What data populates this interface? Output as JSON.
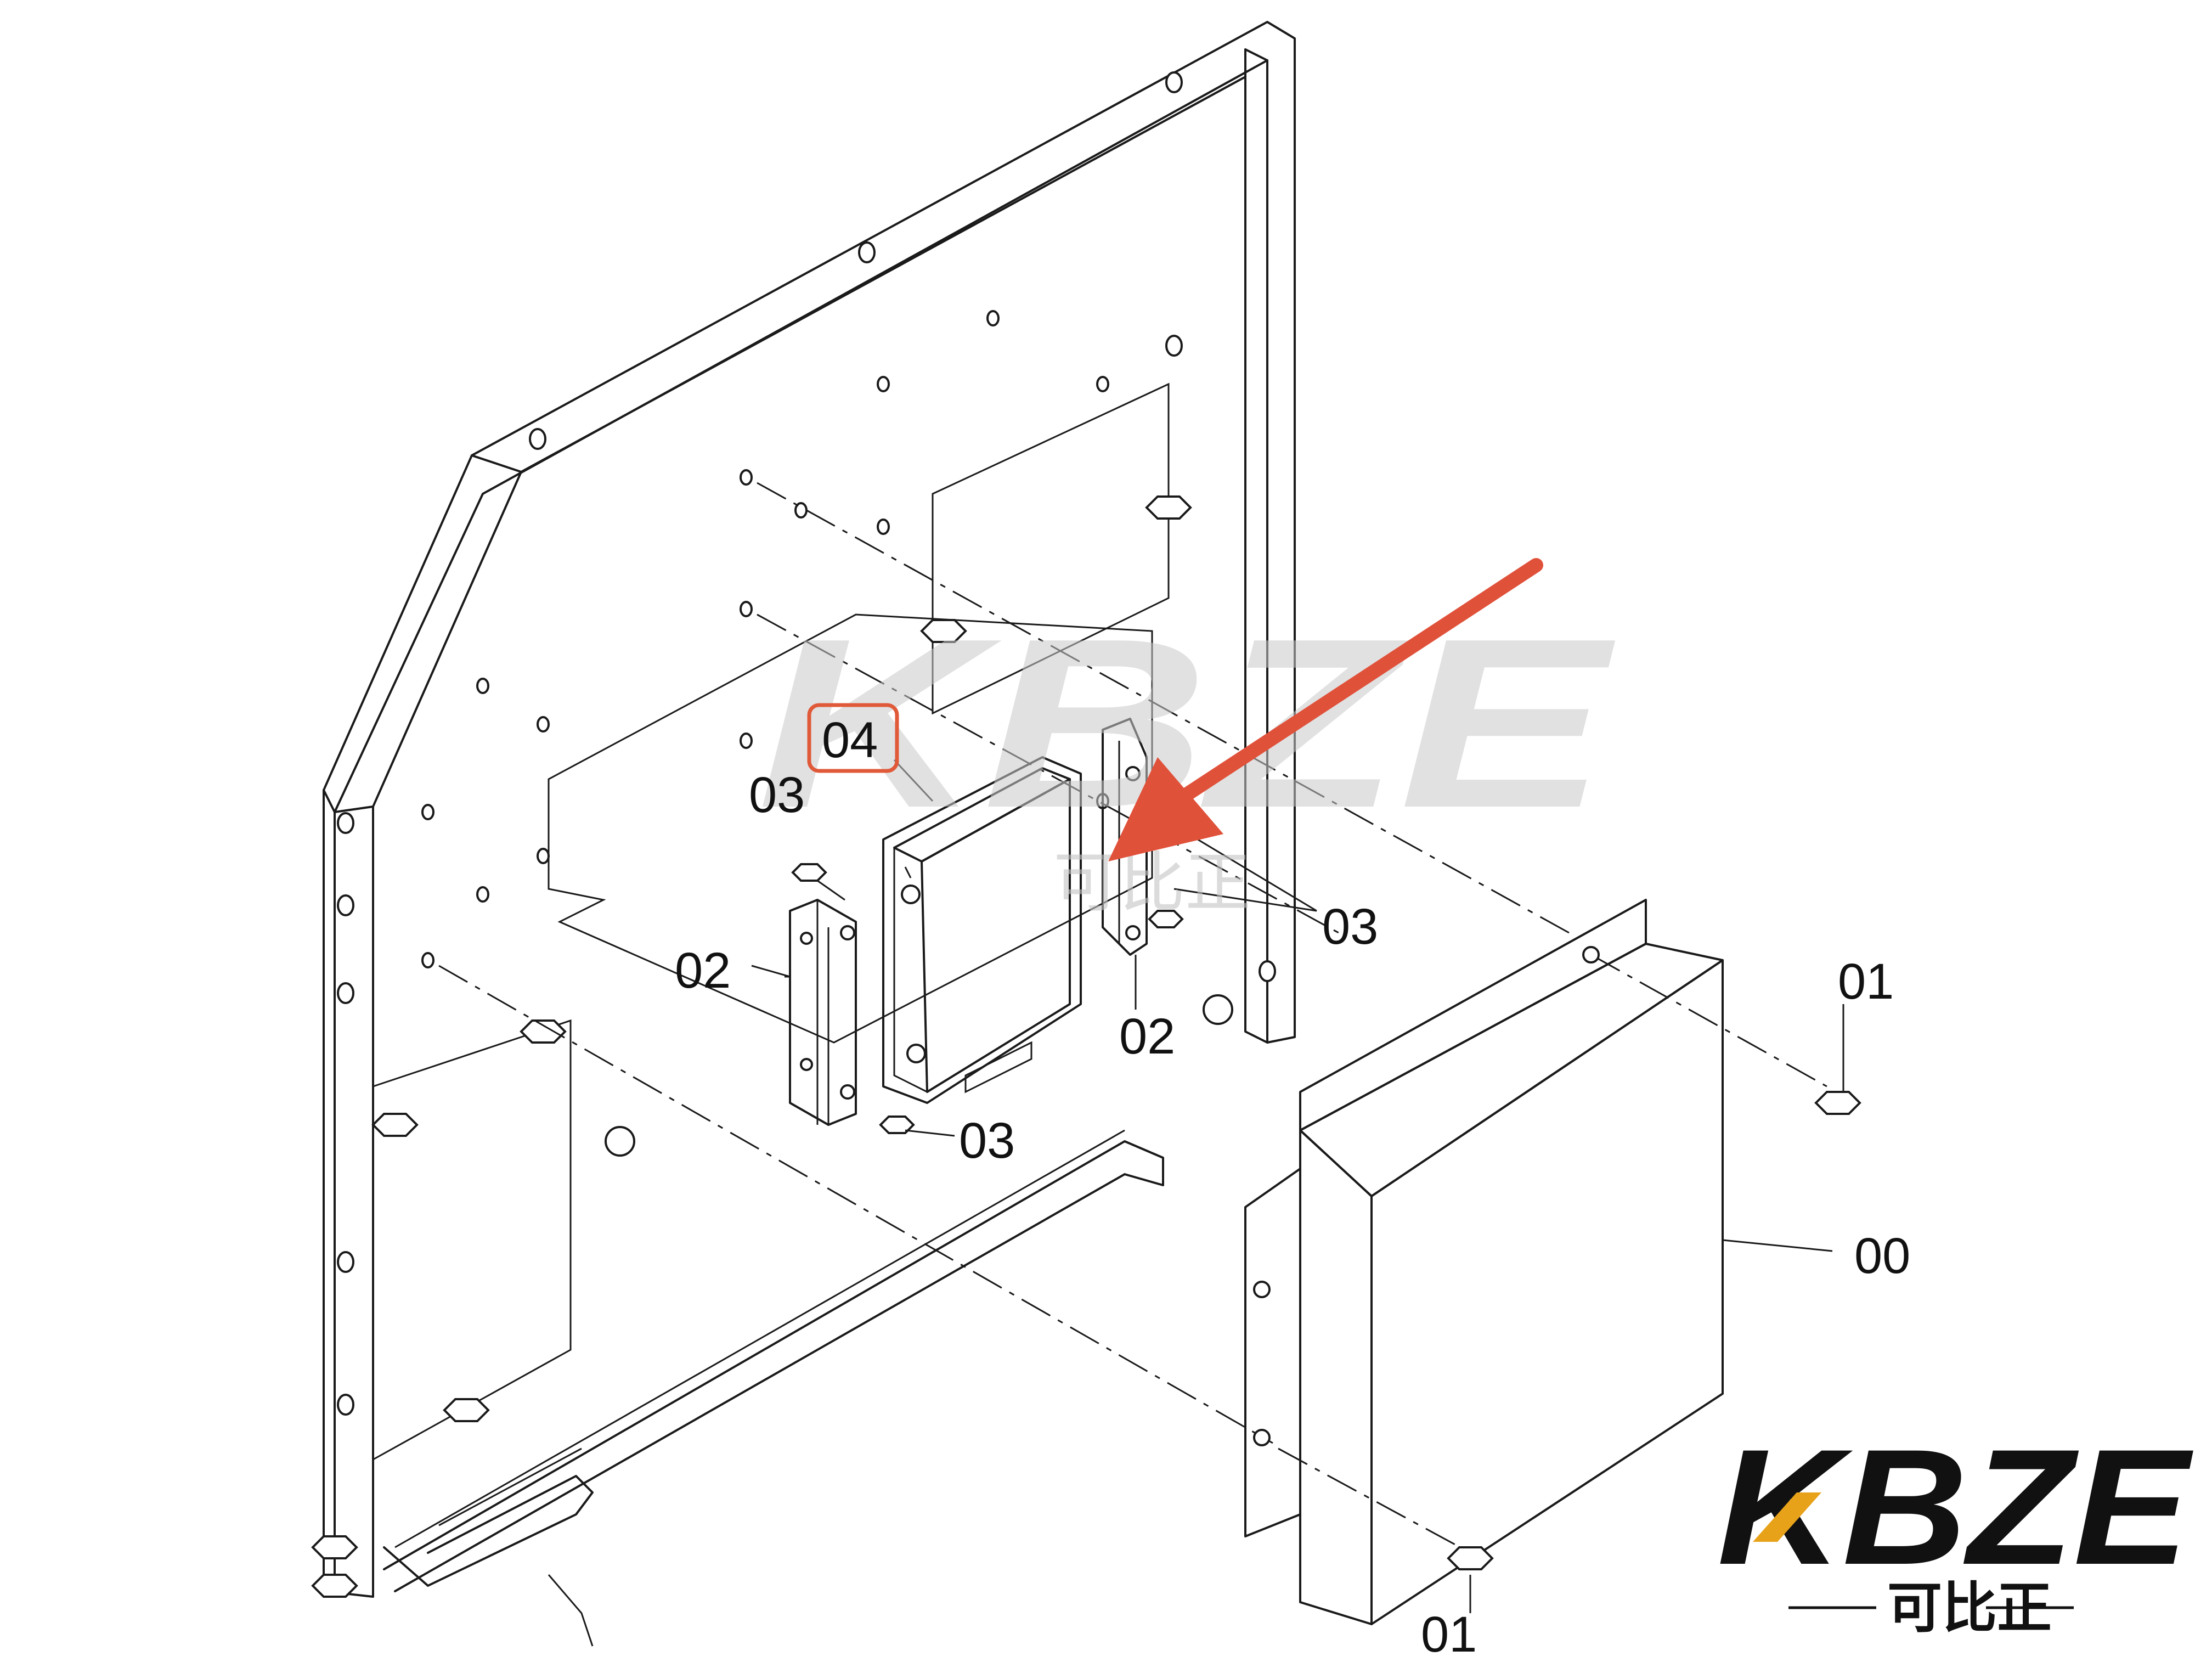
{
  "callouts": {
    "c04": "04",
    "c03_upper_left": "03",
    "c03_right": "03",
    "c03_lower": "03",
    "c02_left": "02",
    "c02_right": "02",
    "c01_upper": "01",
    "c01_lower": "01",
    "c00": "00"
  },
  "watermark": {
    "text": "KBZE",
    "subtext": "可比正"
  },
  "logo": {
    "text": "KBZE",
    "subtext": "可比正",
    "color": "#111111",
    "k_accent_color": "#e8a21a"
  },
  "highlight": {
    "box_color": "#e05a3a",
    "arrow_color": "#e0513a"
  }
}
